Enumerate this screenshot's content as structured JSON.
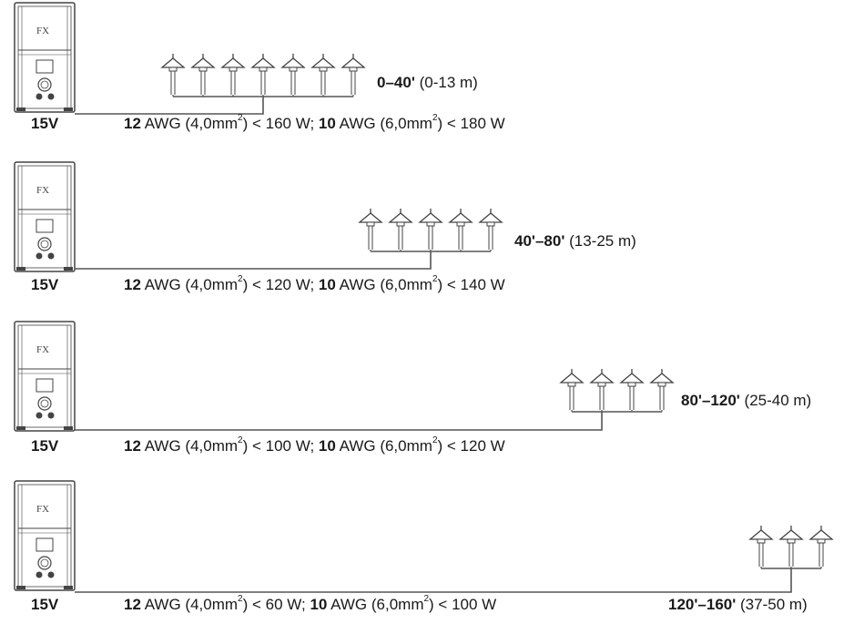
{
  "transformer": {
    "logo_text": "FX",
    "voltage": "15V"
  },
  "rows": [
    {
      "fixtures": 7,
      "distance": {
        "feet": "0–40'",
        "meters": " (0-13 m)"
      },
      "wire12": {
        "gauge": "12",
        "text_a": " AWG (4,0mm",
        "sup": "2",
        "text_b": ") < 160 W; "
      },
      "wire10": {
        "gauge": "10",
        "text_a": " AWG (6,0mm",
        "sup": "2",
        "text_b": ") < 180 W"
      }
    },
    {
      "fixtures": 5,
      "distance": {
        "feet": "40'–80'",
        "meters": " (13-25 m)"
      },
      "wire12": {
        "gauge": "12",
        "text_a": " AWG (4,0mm",
        "sup": "2",
        "text_b": ") < 120 W; "
      },
      "wire10": {
        "gauge": "10",
        "text_a": " AWG (6,0mm",
        "sup": "2",
        "text_b": ") < 140 W"
      }
    },
    {
      "fixtures": 4,
      "distance": {
        "feet": "80'–120'",
        "meters": " (25-40 m)"
      },
      "wire12": {
        "gauge": "12",
        "text_a": " AWG (4,0mm",
        "sup": "2",
        "text_b": ") < 100 W; "
      },
      "wire10": {
        "gauge": "10",
        "text_a": " AWG (6,0mm",
        "sup": "2",
        "text_b": ") < 120 W"
      }
    },
    {
      "fixtures": 3,
      "distance": {
        "feet": "120'–160'",
        "meters": " (37-50 m)"
      },
      "wire12": {
        "gauge": "12",
        "text_a": " AWG (4,0mm",
        "sup": "2",
        "text_b": ") < 60 W; "
      },
      "wire10": {
        "gauge": "10",
        "text_a": " AWG (6,0mm",
        "sup": "2",
        "text_b": ") < 100 W"
      }
    }
  ],
  "colors": {
    "line": "#555555",
    "transformer": "#444444",
    "fixture": "#444444"
  },
  "icons": {
    "transformer": "transformer-icon",
    "fixture": "path-light-icon"
  }
}
